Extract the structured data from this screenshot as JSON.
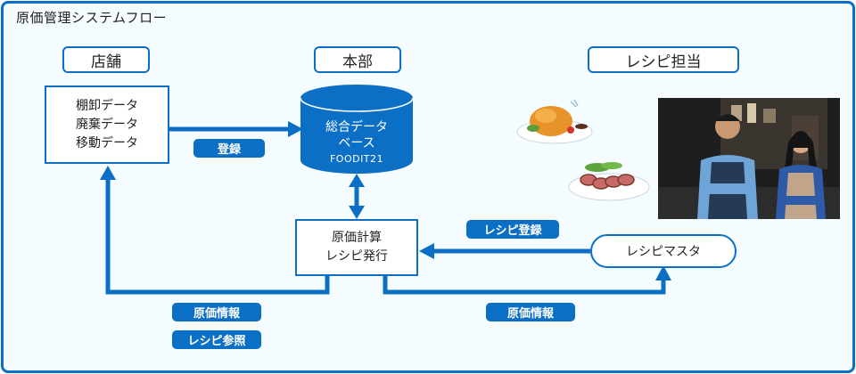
{
  "title": "原価管理システムフロー",
  "headers": {
    "store": "店舗",
    "hq": "本部",
    "recipe_staff": "レシピ担当"
  },
  "store_box": {
    "lines": [
      "棚卸データ",
      "廃棄データ",
      "移動データ"
    ]
  },
  "database": {
    "line1": "総合データ",
    "line2": "ベース",
    "name": "FOODIT21"
  },
  "calc_box": {
    "lines": [
      "原価計算",
      "レシピ発行"
    ]
  },
  "recipe_master": "レシピマスタ",
  "tags": {
    "register": "登録",
    "recipe_register": "レシピ登録",
    "cost_info_right": "原価情報",
    "cost_info_left": "原価情報",
    "recipe_reference": "レシピ参照"
  },
  "images": {
    "food1": "roast-chicken-illustration",
    "food2": "sliced-roast-beef-illustration",
    "staff_photo": "restaurant-staff-photo"
  },
  "colors": {
    "accent": "#0b6fc6",
    "background": "#f4fcff"
  }
}
